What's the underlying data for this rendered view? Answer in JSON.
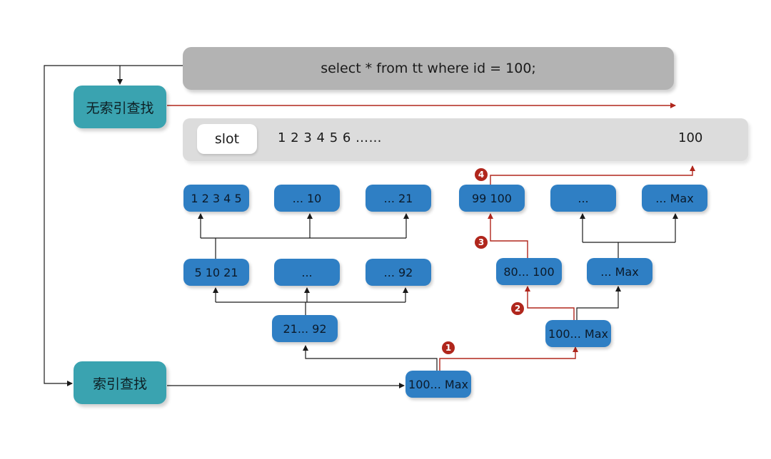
{
  "sql": {
    "query": "select * from tt where id = 100;"
  },
  "slot": {
    "label": "slot",
    "sequence": "1 2 3 4 5 6 ……",
    "end_value": "100"
  },
  "lookup": {
    "no_index": "无索引查找",
    "index": "索引查找"
  },
  "left_tree": {
    "leaves": [
      "1 2 3 4 5",
      "... 10",
      "... 21"
    ],
    "level2": [
      "5  10  21",
      "...",
      "... 92"
    ],
    "level1": "21... 92"
  },
  "root": "100... Max",
  "right_tree": {
    "level1": "100... Max",
    "level2": [
      "80... 100",
      "... Max"
    ],
    "leaves": [
      "99 100",
      "...",
      "... Max"
    ]
  },
  "markers": [
    "1",
    "2",
    "3",
    "4"
  ],
  "colors": {
    "accent_red": "#b0261c",
    "node_blue": "#2f7fc4",
    "teal": "#3aa3b0",
    "sql_gray": "#b3b3b3"
  }
}
